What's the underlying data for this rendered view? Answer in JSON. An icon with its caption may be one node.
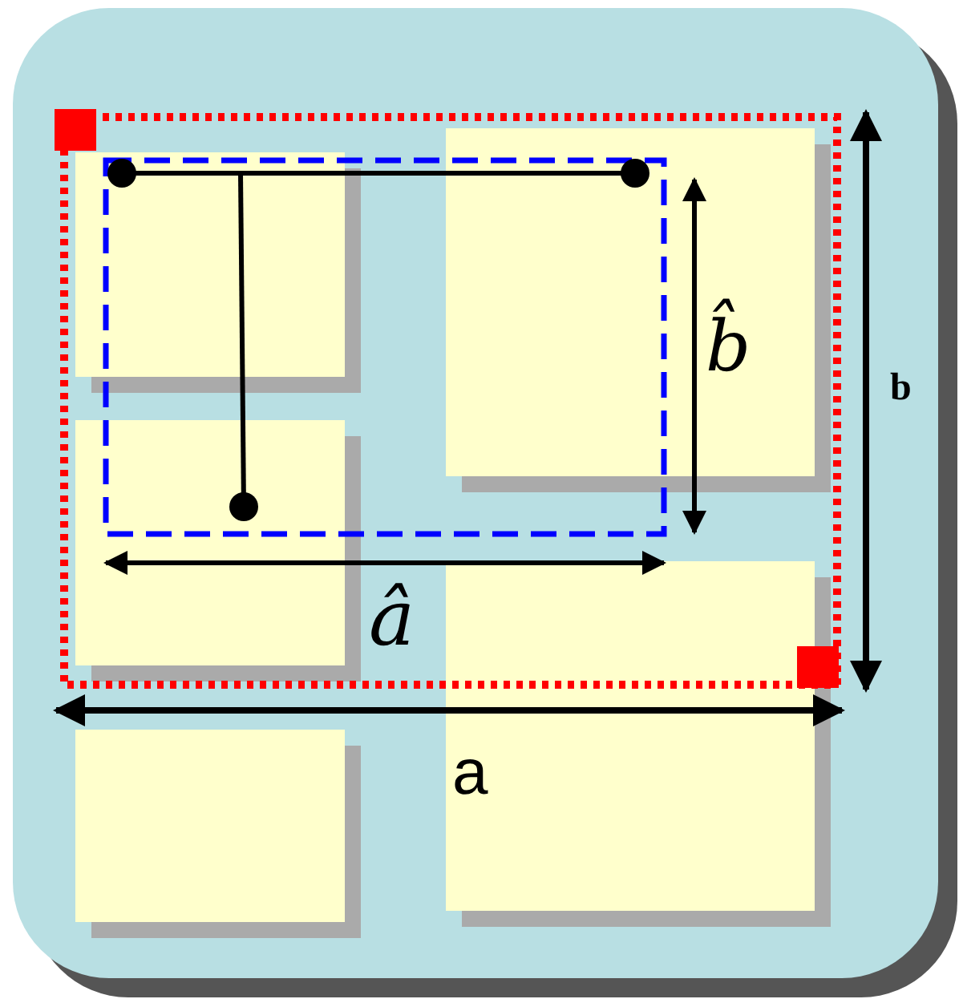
{
  "diagram": {
    "labels": [
      "b̂",
      "b",
      "â",
      "a"
    ]
  }
}
